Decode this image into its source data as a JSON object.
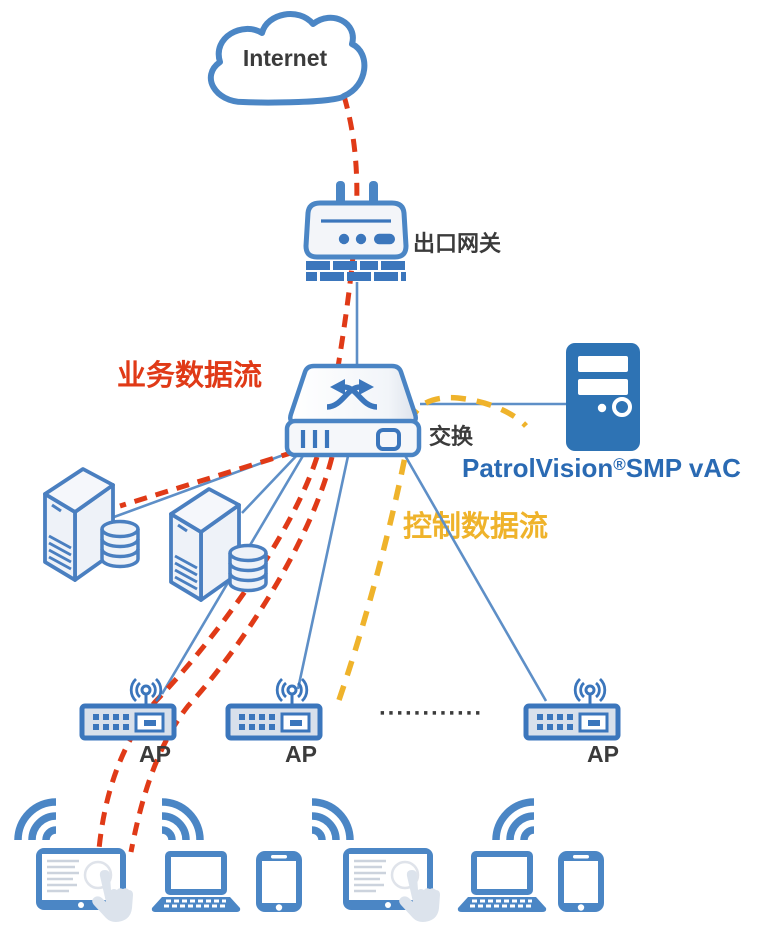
{
  "diagram_type": "wireless-network-topology",
  "labels": {
    "internet": "Internet",
    "gateway": "出口网关",
    "switch": "交换",
    "vac_brand": "PatrolVision",
    "vac_reg_mark": "®",
    "vac_model": "SMP vAC",
    "business_flow": "业务数据流",
    "control_flow": "控制数据流",
    "ap_1": "AP",
    "ap_2": "AP",
    "ap_3": "AP",
    "more_aps_dots": "∙∙∙∙∙∙∙∙∙∙∙∙"
  },
  "flows": [
    {
      "name": "业务数据流",
      "color": "#e03a17",
      "line_style": "dashed"
    },
    {
      "name": "控制数据流",
      "color": "#efb32b",
      "line_style": "dashed"
    }
  ],
  "nodes": [
    {
      "id": "internet",
      "label": "Internet",
      "icon": "cloud"
    },
    {
      "id": "exit-gateway",
      "label": "出口网关",
      "icon": "firewall-gateway"
    },
    {
      "id": "core-switch",
      "label": "交换",
      "icon": "switch"
    },
    {
      "id": "vac-server",
      "label": "PatrolVision®SMP vAC",
      "icon": "tower-server"
    },
    {
      "id": "storage-server-1",
      "icon": "server-with-database"
    },
    {
      "id": "storage-server-2",
      "icon": "server-with-database"
    },
    {
      "id": "ap-1",
      "label": "AP",
      "icon": "access-point"
    },
    {
      "id": "ap-2",
      "label": "AP",
      "icon": "access-point"
    },
    {
      "id": "ap-3",
      "label": "AP",
      "icon": "access-point"
    },
    {
      "id": "client-tablet-1",
      "icon": "tablet-touch"
    },
    {
      "id": "client-laptop-1",
      "icon": "laptop"
    },
    {
      "id": "client-phone-1",
      "icon": "smartphone"
    },
    {
      "id": "client-tablet-2",
      "icon": "tablet-touch"
    },
    {
      "id": "client-laptop-2",
      "icon": "laptop"
    },
    {
      "id": "client-phone-2",
      "icon": "smartphone"
    }
  ],
  "edges": [
    {
      "from": "internet",
      "to": "exit-gateway",
      "type": "business-flow"
    },
    {
      "from": "exit-gateway",
      "to": "core-switch",
      "type": "link"
    },
    {
      "from": "exit-gateway",
      "to": "core-switch",
      "type": "business-flow"
    },
    {
      "from": "core-switch",
      "to": "vac-server",
      "type": "link"
    },
    {
      "from": "core-switch",
      "to": "storage-server-1",
      "type": "link"
    },
    {
      "from": "core-switch",
      "to": "storage-server-1",
      "type": "business-flow"
    },
    {
      "from": "core-switch",
      "to": "storage-server-2",
      "type": "link"
    },
    {
      "from": "core-switch",
      "to": "ap-1",
      "type": "link"
    },
    {
      "from": "core-switch",
      "to": "ap-2",
      "type": "link"
    },
    {
      "from": "core-switch",
      "to": "ap-3",
      "type": "link"
    },
    {
      "from": "core-switch",
      "to": "ap-1",
      "type": "business-flow",
      "lines": 2
    },
    {
      "from": "ap-1",
      "to": "client-tablet-1",
      "type": "business-flow",
      "lines": 2
    },
    {
      "from": "ap-2",
      "to": "vac-server",
      "type": "control-flow"
    }
  ],
  "colors": {
    "icon_blue": "#4b86c5",
    "icon_dark_blue": "#2e73b4",
    "outline_blue": "#4a7fc0",
    "link_blue": "#5e8fc7",
    "business_red": "#e03a17",
    "control_yellow": "#efb32b",
    "text_dark": "#3b3b3b",
    "brand_text_blue": "#2a6ab3",
    "light_fill": "#eef2f8"
  }
}
